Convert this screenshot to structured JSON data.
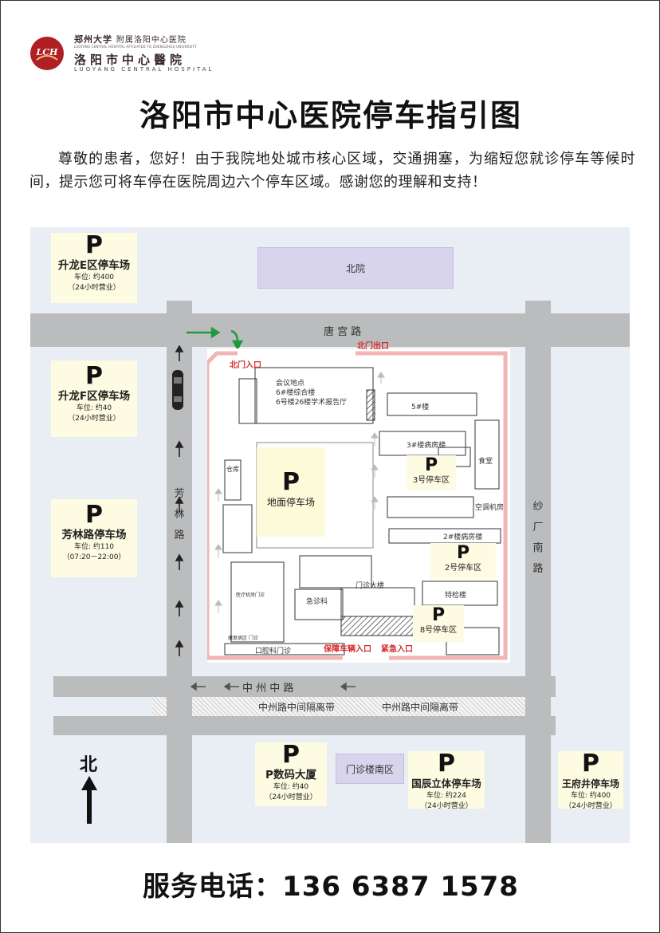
{
  "header": {
    "brand_line1": "郑州大学",
    "brand_line1_sub": "附属洛阳中心医院",
    "brand_en1": "LUOYANG CENTRAL HOSPITAL AFFILIATED TO ZHENGZHOU UNIVERSITY",
    "brand_line2": "洛阳市中心醫院",
    "brand_en2": "LUOYANG CENTRAL HOSPITAL",
    "logo_text": "LCH",
    "title": "洛阳市中心医院停车指引图",
    "intro": "尊敬的患者，您好！由于我院地处城市核心区域，交通拥塞，为缩短您就诊停车等候时间，提示您可将车停在医院周边六个停车区域。感谢您的理解和支持！"
  },
  "map": {
    "roads": {
      "tanggong": "唐 宫 路",
      "zhongzhou": "中 州 中 路",
      "fanglin": "芳林路",
      "shachang": "纱厂南路",
      "median1": "中州路中间隔离带",
      "median2": "中州路中间隔离带"
    },
    "zones": {
      "north": "北院",
      "south": "门诊楼南区"
    },
    "entrances": {
      "north_entry": "北门入口",
      "north_exit": "北门出口",
      "guarantee_entry": "保障车辆入口",
      "emergency_entry": "紧急入口"
    },
    "buildings": {
      "meeting_1": "会议地点",
      "meeting_2": "6#楼综合楼",
      "meeting_3": "6号楼26楼学术报告厅",
      "b5": "5#楼",
      "b3": "3#楼病房楼",
      "canteen": "食堂",
      "ac": "空调机房",
      "b2": "2#楼病房楼",
      "special": "特检楼",
      "outpatient": "门诊大楼",
      "emergency": "急诊科",
      "dental": "口腔科门诊",
      "warehouse": "仓库",
      "small1": "医疗机房门诊",
      "small2": "康复病区 门诊"
    },
    "north_label": "北",
    "parking": [
      {
        "p": "P",
        "name": "升龙E区停车场",
        "spaces": "车位: 约400",
        "hours": "（24小时营业）"
      },
      {
        "p": "P",
        "name": "升龙F区停车场",
        "spaces": "车位: 约40",
        "hours": "（24小时营业）"
      },
      {
        "p": "P",
        "name": "芳林路停车场",
        "spaces": "车位: 约110",
        "hours": "（07:20－22:00）"
      },
      {
        "p": "P",
        "name": "地面停车场"
      },
      {
        "p": "P",
        "name": "3号停车区"
      },
      {
        "p": "P",
        "name": "2号停车区"
      },
      {
        "p": "P",
        "name": "8号停车区"
      },
      {
        "p": "P",
        "name": "P数码大厦",
        "spaces": "车位: 约40",
        "hours": "（24小时营业）"
      },
      {
        "p": "P",
        "name": "国辰立体停车场",
        "spaces": "车位: 约224",
        "hours": "（24小时营业）"
      },
      {
        "p": "P",
        "name": "王府井停车场",
        "spaces": "车位: 约400",
        "hours": "（24小时营业）"
      }
    ]
  },
  "footer": {
    "phone_label": "服务电话：",
    "phone": "136 6387 1578"
  },
  "colors": {
    "road": "#bbbcbe",
    "map_bg": "#e9edf4",
    "parking_card": "#fdfbe1",
    "zone_purple": "#d7d4ec",
    "campus_border": "#f2b4b4",
    "red_label": "#d52b2b",
    "arrow_green": "#1e9a3c"
  }
}
